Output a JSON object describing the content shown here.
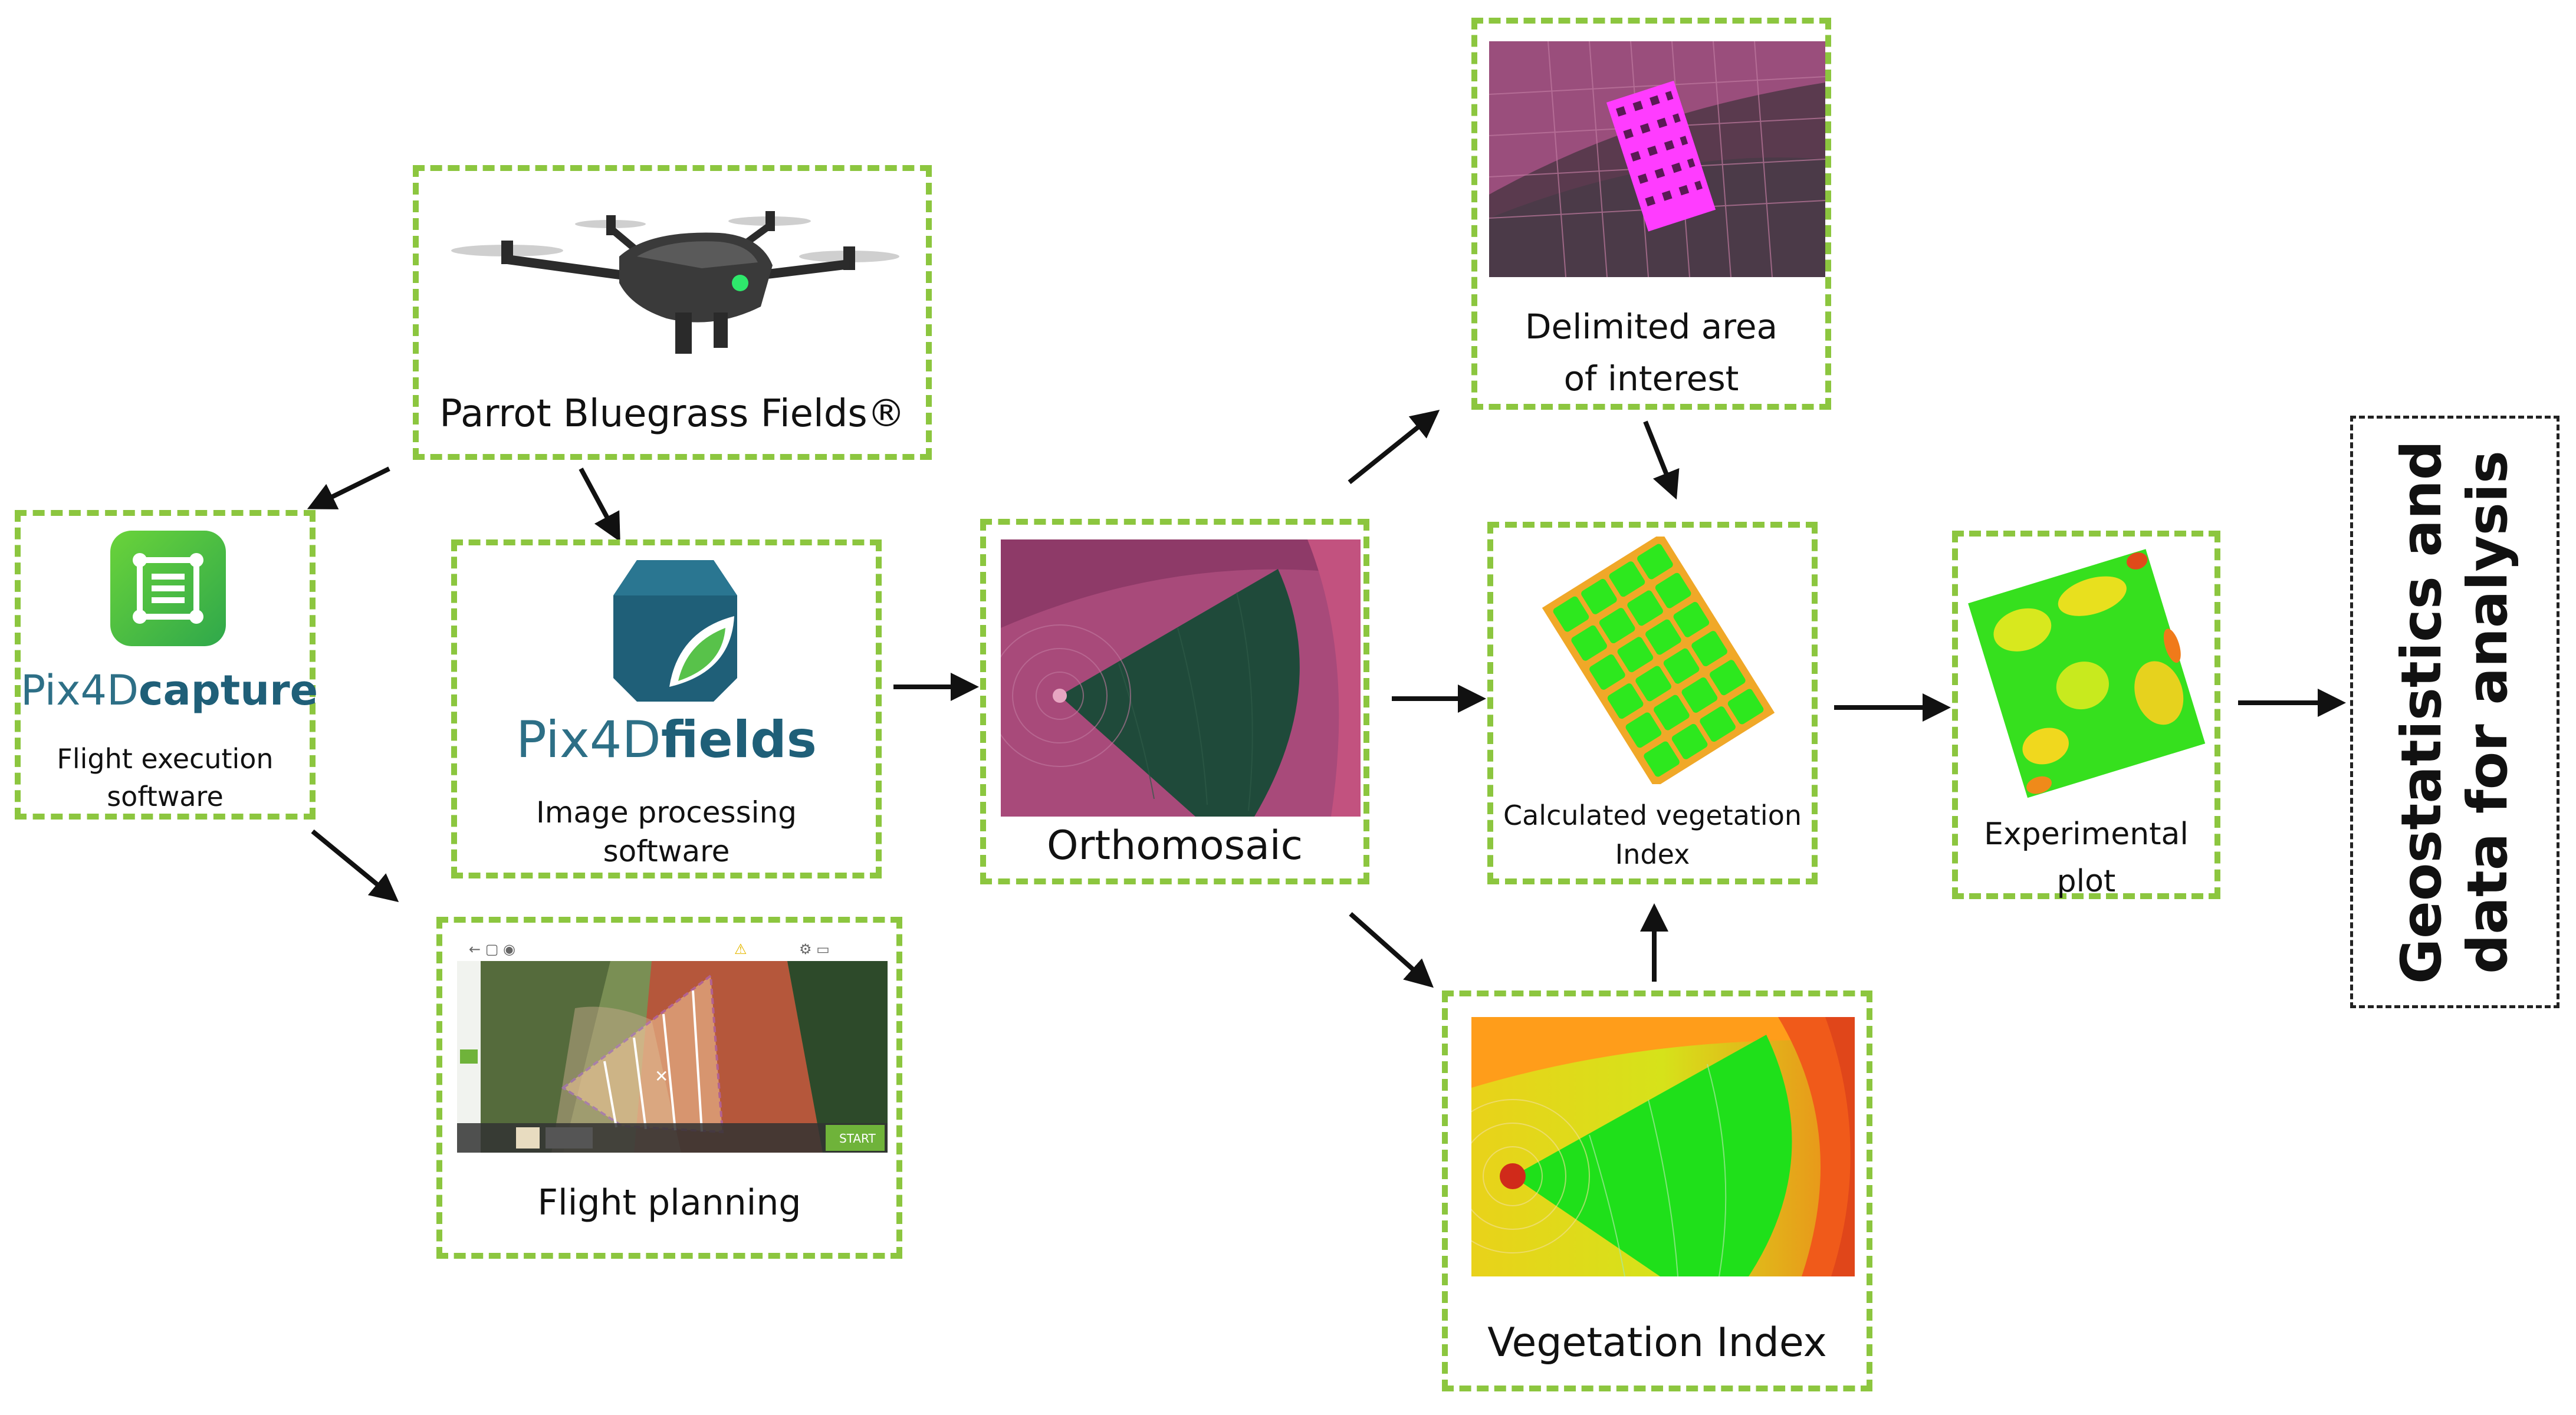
{
  "nodes": {
    "drone": {
      "label": "Parrot Bluegrass Fields®"
    },
    "capture": {
      "logo_prefix": "Pix4D",
      "logo_suffix": "capture",
      "caption_line1": "Flight execution",
      "caption_line2": "software"
    },
    "fields": {
      "logo_prefix": "Pix4D",
      "logo_suffix": "fields",
      "caption_line1": "Image processing",
      "caption_line2": "software"
    },
    "planning": {
      "label": "Flight planning",
      "start_button": "START"
    },
    "ortho": {
      "label": "Orthomosaic"
    },
    "aoi": {
      "label_line1": "Delimited area",
      "label_line2": "of interest"
    },
    "calc": {
      "label_line1": "Calculated vegetation",
      "label_line2": "Index"
    },
    "vi": {
      "label": "Vegetation Index"
    },
    "plot": {
      "label_line1": "Experimental",
      "label_line2": "plot"
    },
    "geo": {
      "label_line1": "Geostatistics and",
      "label_line2": "data for analysis"
    }
  },
  "colors": {
    "dash_green": "#8cc63f",
    "arrow": "#111111",
    "field_magenta": "#b0447e",
    "vi_green": "#22e000"
  }
}
